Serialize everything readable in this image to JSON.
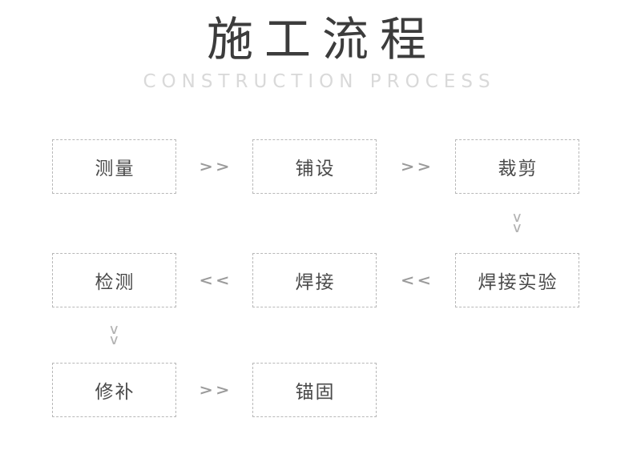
{
  "header": {
    "title": "施工流程",
    "subtitle": "CONSTRUCTION PROCESS"
  },
  "flow": {
    "nodes": {
      "measure": "测量",
      "laying": "铺设",
      "cutting": "裁剪",
      "inspection": "检测",
      "welding": "焊接",
      "welding_test": "焊接实验",
      "repair": "修补",
      "anchoring": "锚固"
    },
    "symbols": {
      "arrow_right": ">>",
      "arrow_left": "<<",
      "chevron_down": "∨"
    }
  },
  "colors": {
    "title_text": "#3c3c3c",
    "subtitle_text": "#d9d9d9",
    "node_border": "#b8b8b8",
    "node_text": "#4a4a4a",
    "arrow": "#9b9b9b",
    "background": "#ffffff"
  }
}
